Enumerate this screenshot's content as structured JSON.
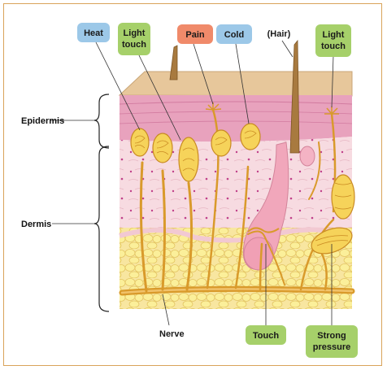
{
  "labels": {
    "heat": "Heat",
    "light_touch_1_l1": "Light",
    "light_touch_1_l2": "touch",
    "pain": "Pain",
    "cold": "Cold",
    "hair": "(Hair)",
    "light_touch_2_l1": "Light",
    "light_touch_2_l2": "touch",
    "epidermis": "Epidermis",
    "dermis": "Dermis",
    "nerve": "Nerve",
    "touch": "Touch",
    "strong_pressure_l1": "Strong",
    "strong_pressure_l2": "pressure"
  },
  "colors": {
    "blue_label": "#9cc8e8",
    "green_label": "#a6d06a",
    "red_label": "#f08a6a",
    "epidermis": "#e9a3bf",
    "dermis": "#f6d7dd",
    "fat": "#f6e59a",
    "nerve": "#d99a2b",
    "hair": "#a97a3d"
  }
}
